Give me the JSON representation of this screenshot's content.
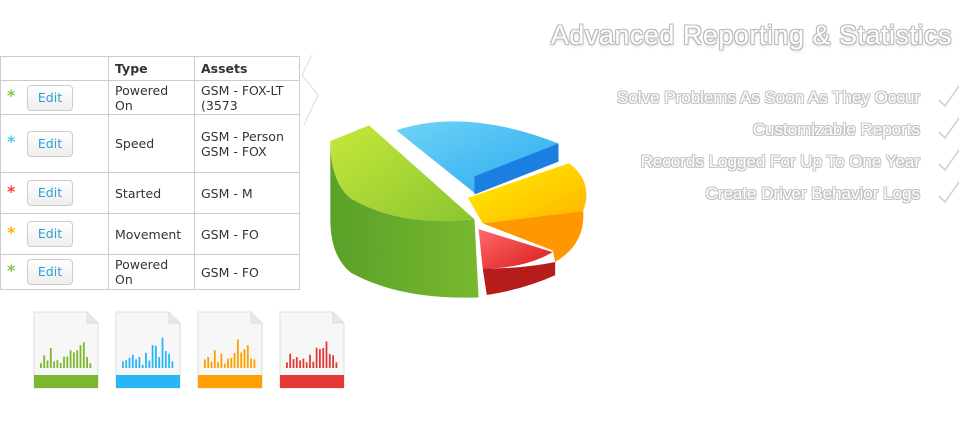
{
  "title": "Advanced Reporting & Statistics",
  "features": [
    "Solve Problems As Soon As They Occur",
    "Customizable Reports",
    "Records Logged For Up To One Year",
    "Create Driver Behavior Logs"
  ],
  "table": {
    "headers": [
      "",
      "Type",
      "Assets"
    ],
    "rows": [
      {
        "color": "#8bc34a",
        "edit": "Edit",
        "type": "Powered On",
        "assets": [
          "GSM - FOX-LT (3573"
        ]
      },
      {
        "color": "#4fc3f7",
        "edit": "Edit",
        "type": "Speed",
        "assets": [
          "GSM - Person",
          "GSM - FOX"
        ]
      },
      {
        "color": "#f44336",
        "edit": "Edit",
        "type": "Started",
        "assets": [
          "GSM - M"
        ]
      },
      {
        "color": "#ffb300",
        "edit": "Edit",
        "type": "Movement",
        "assets": [
          "GSM - FO"
        ]
      },
      {
        "color": "#8bc34a",
        "edit": "Edit",
        "type": "Powered On",
        "assets": [
          "GSM - FO"
        ]
      }
    ]
  },
  "file_colors": [
    "#7cb82f",
    "#29b6f6",
    "#ffa000",
    "#e53935"
  ]
}
